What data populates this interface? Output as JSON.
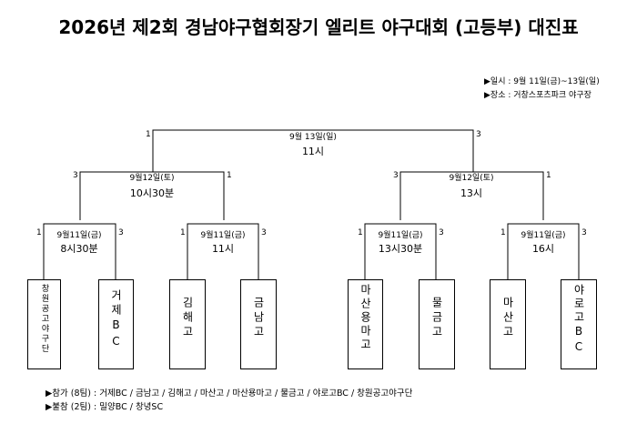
{
  "title": "2026년 제2회 경남야구협회장기 엘리트 야구대회 (고등부) 대진표",
  "info": {
    "date": "▶일시 : 9월 11일(금)~13일(일)",
    "venue": "▶장소 : 거창스포츠파크 야구장"
  },
  "final": {
    "date": "9월 13일(일)",
    "time": "11시",
    "left_score": "1",
    "right_score": "3"
  },
  "semis": [
    {
      "date": "9월12일(토)",
      "time": "10시30분",
      "left_score": "3",
      "right_score": "1"
    },
    {
      "date": "9월12일(토)",
      "time": "13시",
      "left_score": "3",
      "right_score": "1"
    }
  ],
  "quarters": [
    {
      "date": "9월11일(금)",
      "time": "8시30분",
      "left_score": "1",
      "right_score": "3"
    },
    {
      "date": "9월11일(금)",
      "time": "11시",
      "left_score": "1",
      "right_score": "3"
    },
    {
      "date": "9월11일(금)",
      "time": "13시30분",
      "left_score": "1",
      "right_score": "3"
    },
    {
      "date": "9월11일(금)",
      "time": "16시",
      "left_score": "1",
      "right_score": "3"
    }
  ],
  "teams": [
    "창원공고야구단",
    "거제BC",
    "김해고",
    "금남고",
    "마산용마고",
    "물금고",
    "마산고",
    "야로고BC"
  ],
  "footer": {
    "participants": "▶참가 (8팀) : 거제BC / 금남고 / 김해고 / 마산고 / 마산용마고 / 물금고 / 야로고BC / 창원공고야구단",
    "absent": "▶불참 (2팀) : 밀양BC / 창녕SC"
  }
}
